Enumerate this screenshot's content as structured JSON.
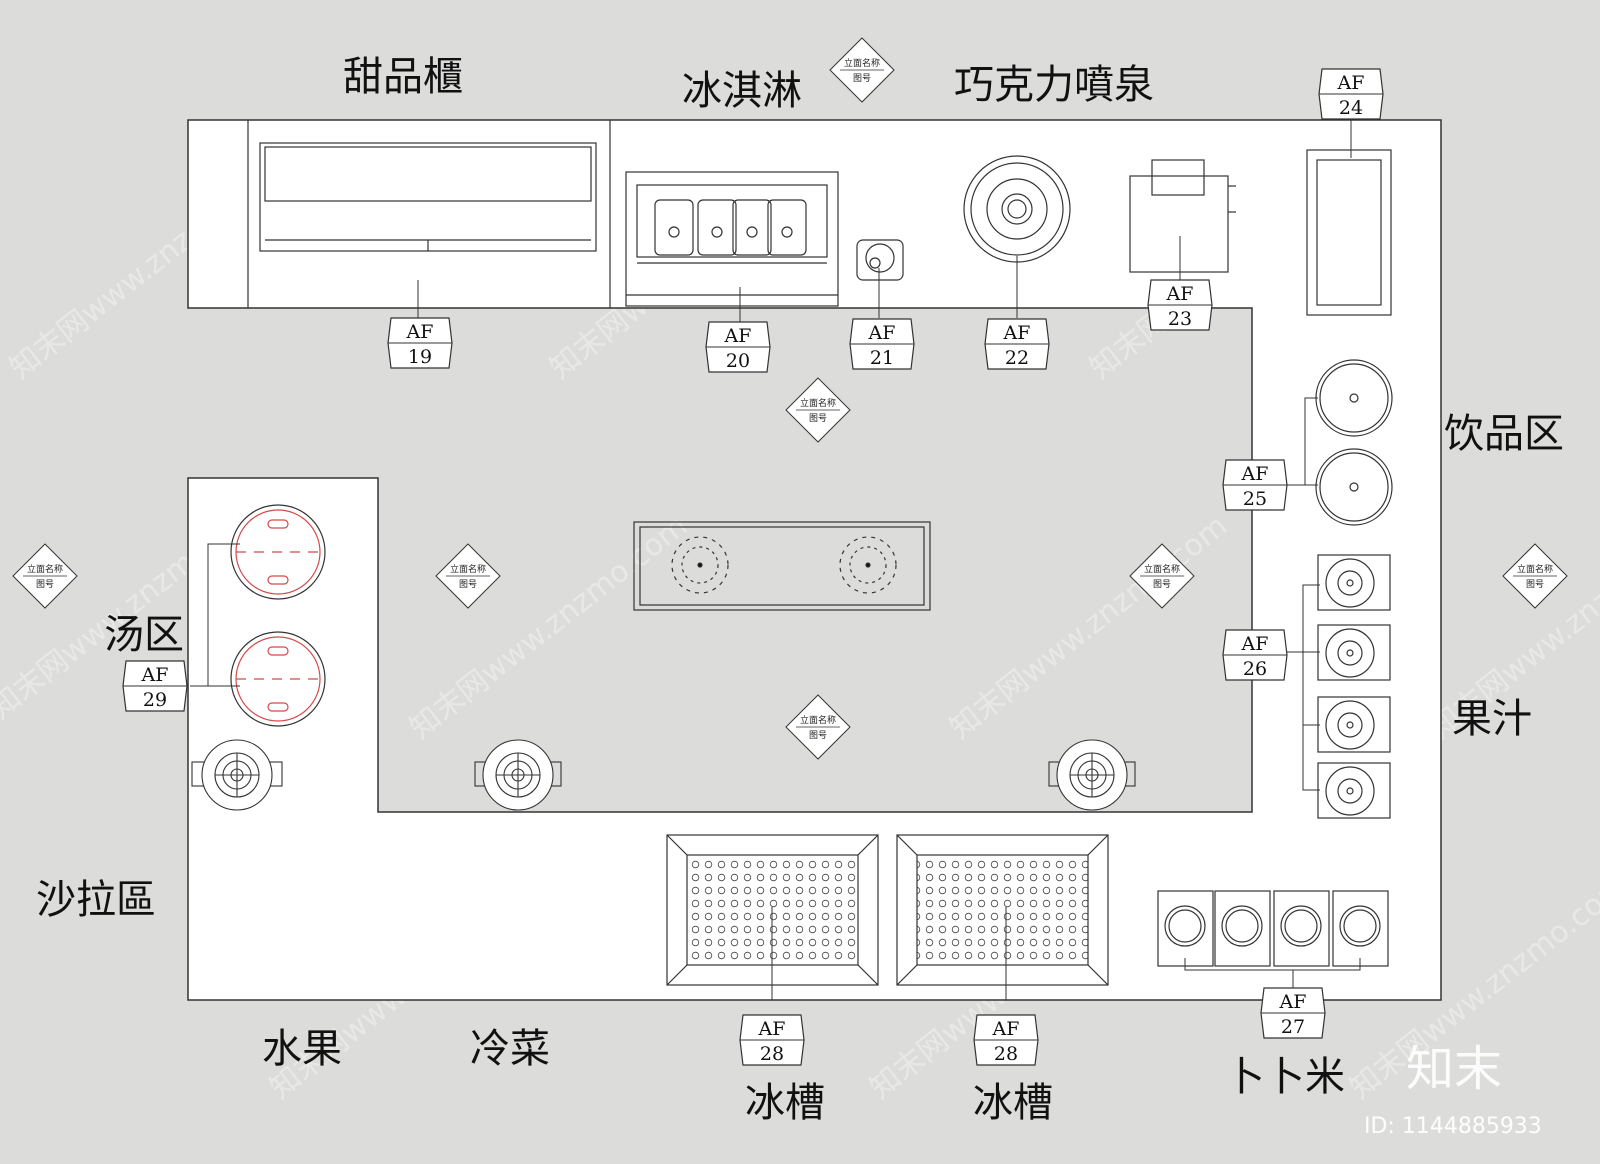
{
  "zones": {
    "dessert_cabinet": "甜品櫃",
    "ice_cream": "冰淇淋",
    "chocolate_fountain": "巧克力噴泉",
    "drinks": "饮品区",
    "soup": "汤区",
    "juice": "果汁",
    "salad": "沙拉區",
    "fruit": "水果",
    "cold_dishes": "冷菜",
    "ice_trough_left": "冰槽",
    "ice_trough_right": "冰槽",
    "popcorn": "卜卜米"
  },
  "tags": [
    {
      "prefix": "AF",
      "num": "19"
    },
    {
      "prefix": "AF",
      "num": "20"
    },
    {
      "prefix": "AF",
      "num": "21"
    },
    {
      "prefix": "AF",
      "num": "22"
    },
    {
      "prefix": "AF",
      "num": "23"
    },
    {
      "prefix": "AF",
      "num": "24"
    },
    {
      "prefix": "AF",
      "num": "25"
    },
    {
      "prefix": "AF",
      "num": "26"
    },
    {
      "prefix": "AF",
      "num": "27"
    },
    {
      "prefix": "AF",
      "num": "28"
    },
    {
      "prefix": "AF",
      "num": "28"
    },
    {
      "prefix": "AF",
      "num": "29"
    }
  ],
  "elevation_markers": [
    {
      "name": "立面名称",
      "code": "图号"
    },
    {
      "name": "立面名称",
      "code": "图号"
    },
    {
      "name": "立面名称",
      "code": "图号"
    },
    {
      "name": "立面名称",
      "code": "图号"
    },
    {
      "name": "立面名称",
      "code": "图号"
    },
    {
      "name": "立面名称",
      "code": "图号"
    },
    {
      "name": "立面名称",
      "code": "图号"
    }
  ],
  "watermark": {
    "logo": "知末",
    "id": "ID: 1144885933",
    "repeat_text": "知末网www.znzmo.com"
  },
  "colors": {
    "background": "#dcdddb",
    "counter": "#ffffff",
    "line": "#333333",
    "soup_pot": "#d44a4a"
  }
}
